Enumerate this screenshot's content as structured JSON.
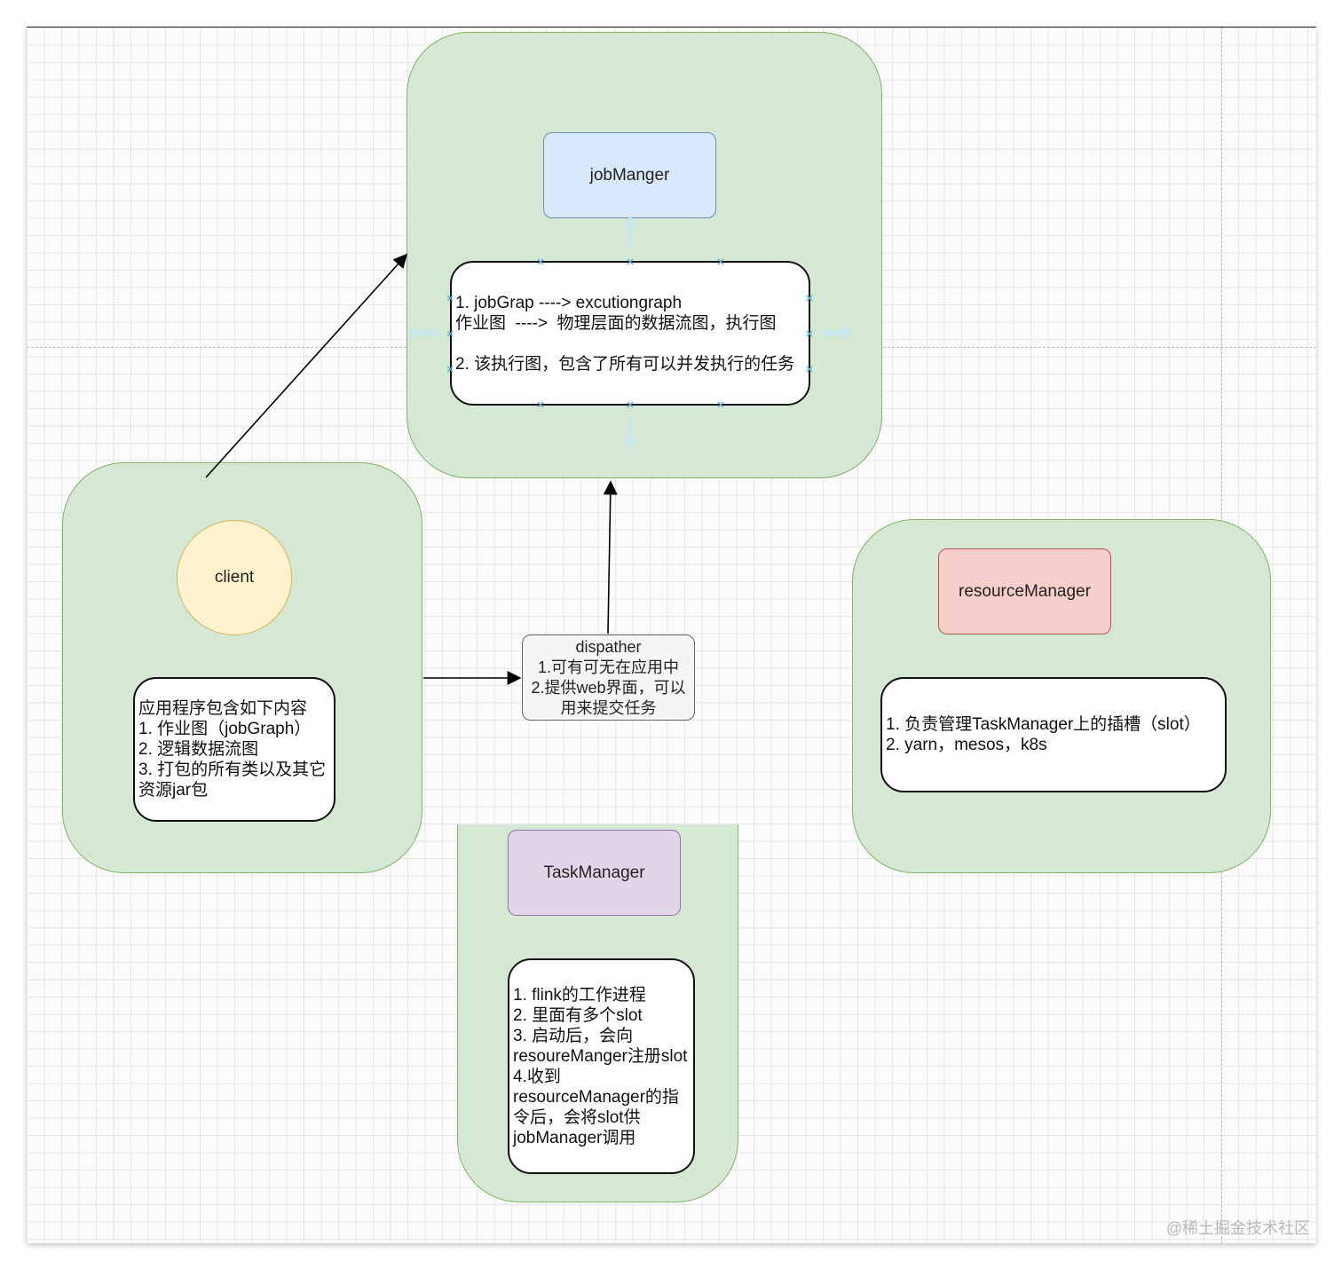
{
  "diagram": {
    "jobmanager_group": {
      "title": "jobManger",
      "lines": [
        "1. jobGrap ----> excutiongraph",
        "作业图  ---->  物理层面的数据流图，执行图",
        "",
        "2. 该执行图，包含了所有可以并发执行的任务"
      ]
    },
    "client_group": {
      "title": "client",
      "lines": [
        "应用程序包含如下内容",
        "1. 作业图（jobGraph）",
        "2. 逻辑数据流图",
        "3. 打包的所有类以及其它",
        "资源jar包"
      ]
    },
    "dispatcher": {
      "lines": [
        "dispather",
        "1.可有可无在应用中",
        "2.提供web界面，可以",
        "用来提交任务"
      ]
    },
    "resourcemanager_group": {
      "title": "resourceManager",
      "lines": [
        "1. 负责管理TaskManager上的插槽（slot）",
        "2. yarn，mesos，k8s"
      ]
    },
    "taskmanager_group": {
      "title": "TaskManager",
      "lines": [
        "1. flink的工作进程",
        "2. 里面有多个slot",
        "3. 启动后，会向",
        "resoureManger注册slot",
        "4.收到",
        "resourceManager的指",
        "令后，会将slot供",
        "jobManager调用"
      ]
    },
    "colors": {
      "group_fill": "#d5e8d4",
      "group_stroke": "#82b366",
      "jobmanager_fill": "#dae8fc",
      "client_fill": "#fff2cc",
      "resourcemanager_fill": "#f8cecc",
      "taskmanager_fill": "#e1d5e7",
      "dispatcher_fill": "#f5f5f5"
    }
  },
  "watermark": "@稀土掘金技术社区"
}
